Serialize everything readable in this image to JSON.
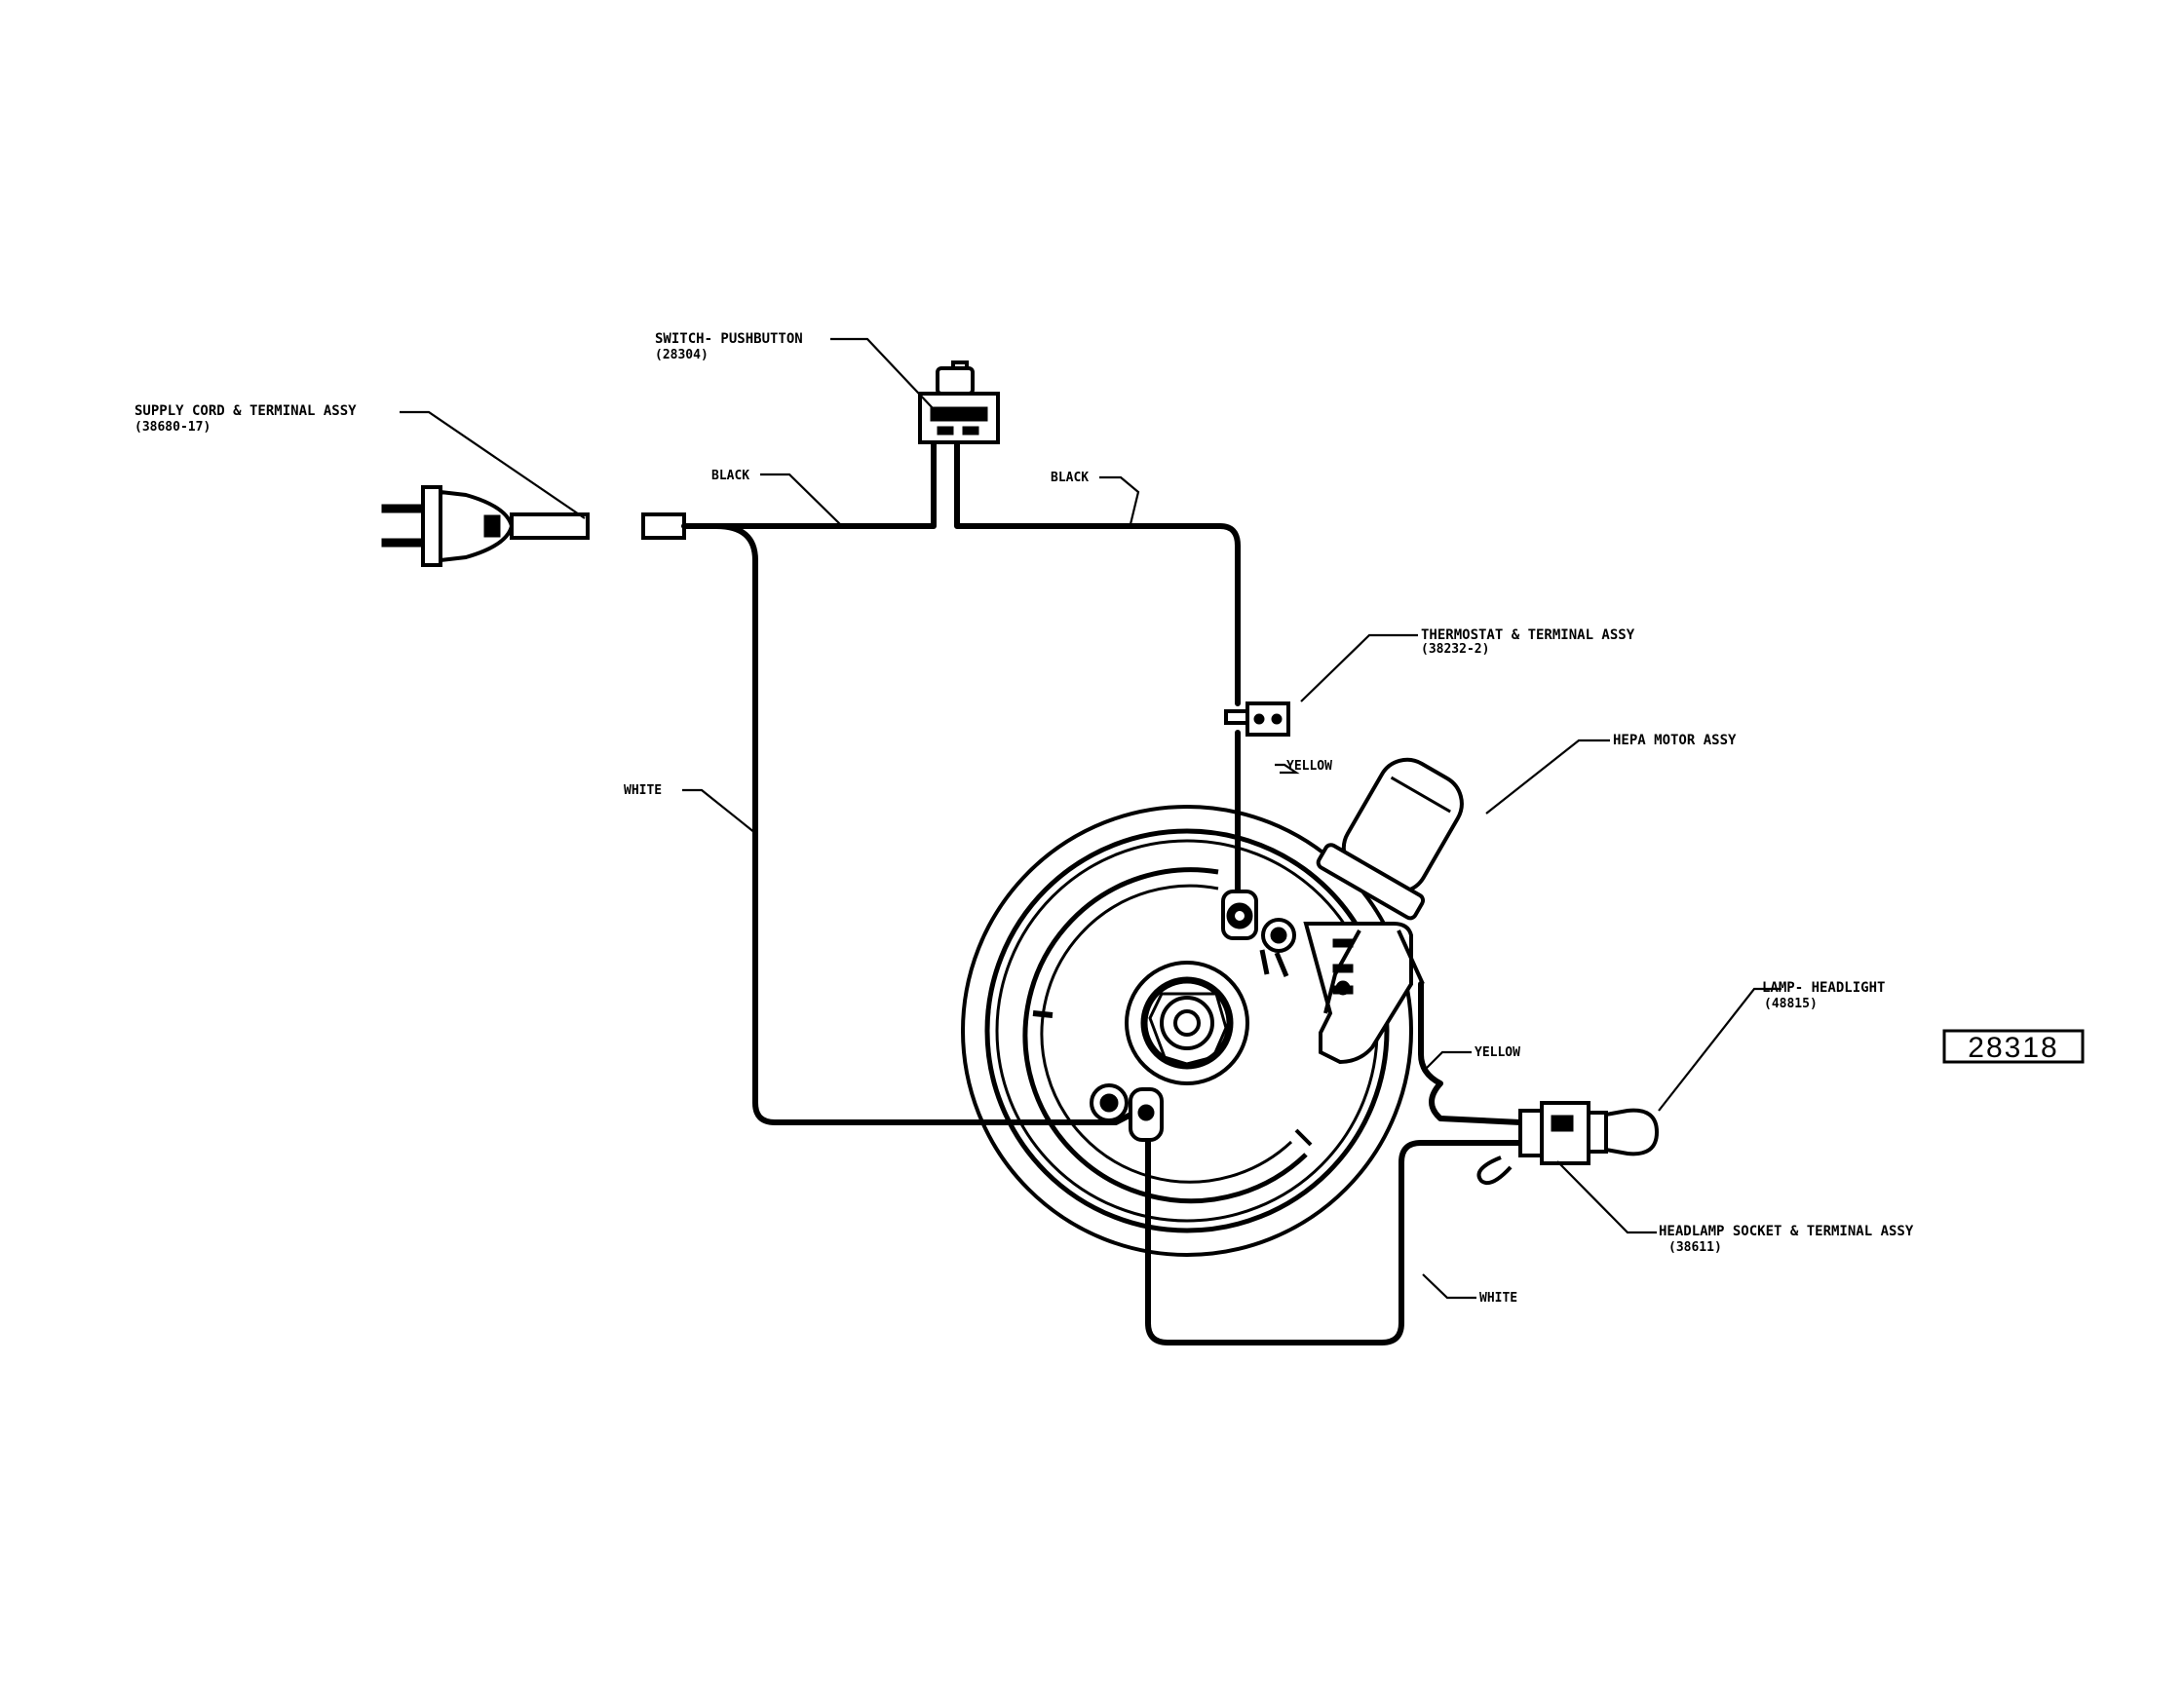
{
  "labels": {
    "switch_name": "SWITCH- PUSHBUTTON",
    "switch_part": "(28304)",
    "cord_name": "SUPPLY CORD & TERMINAL ASSY",
    "cord_part": "(38680-17)",
    "black_left": "BLACK",
    "black_right": "BLACK",
    "thermostat_name": "THERMOSTAT & TERMINAL ASSY",
    "thermostat_part": "(38232-2)",
    "yellow_top": "YELLOW",
    "hepa_motor": "HEPA MOTOR ASSY",
    "white_left": "WHITE",
    "lamp_name": "LAMP- HEADLIGHT",
    "lamp_part": "(48815)",
    "yellow_right": "YELLOW",
    "socket_name": "HEADLAMP SOCKET & TERMINAL ASSY",
    "socket_part": "(38611)",
    "white_bottom": "WHITE"
  },
  "reference_number": "28318"
}
